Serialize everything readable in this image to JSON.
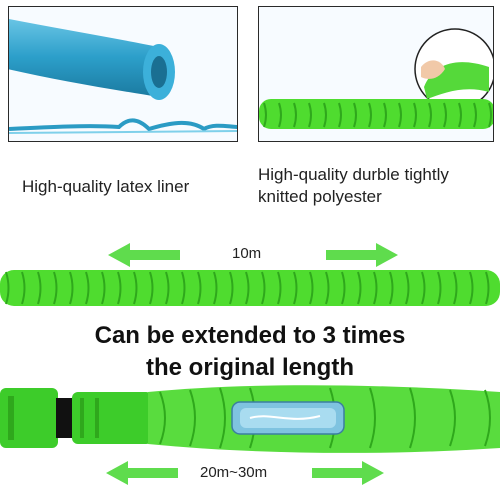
{
  "panels": {
    "left_caption": "High-quality latex liner",
    "right_caption": "High-quality durble tightly\nknitted polyester"
  },
  "measure_top": "10m",
  "headline": "Can be extended to 3 times\nthe original length",
  "measure_bottom": "20m~30m",
  "colors": {
    "hose_green": "#4fdc2f",
    "hose_dark": "#2fa81c",
    "latex_blue": "#2b9bc4",
    "arrow_green": "#4ed83a",
    "connector": "#3dcc2a"
  }
}
